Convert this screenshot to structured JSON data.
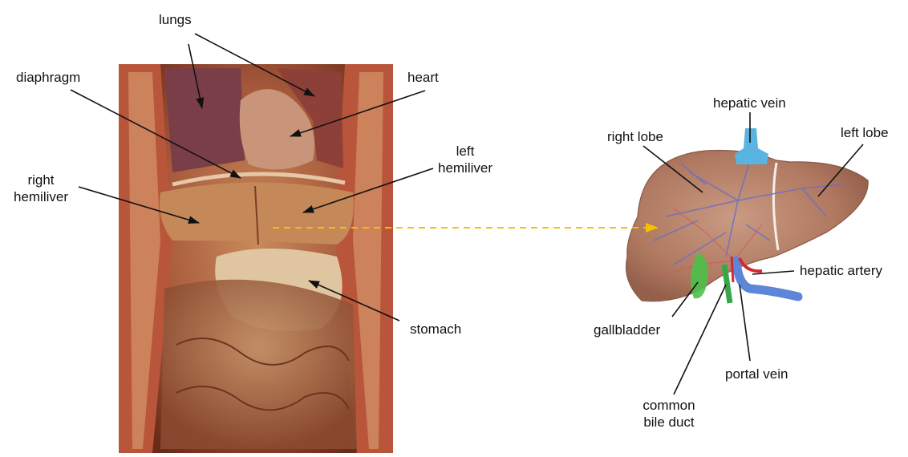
{
  "labels": {
    "lungs": "lungs",
    "heart": "heart",
    "diaphragm": "diaphragm",
    "left_hemiliver_1": "left",
    "left_hemiliver_2": "hemiliver",
    "right_hemiliver_1": "right",
    "right_hemiliver_2": "hemiliver",
    "stomach": "stomach",
    "hepatic_vein": "hepatic vein",
    "right_lobe": "right lobe",
    "left_lobe": "left lobe",
    "hepatic_artery": "hepatic artery",
    "gallbladder": "gallbladder",
    "portal_vein": "portal vein",
    "common_bile_duct_1": "common",
    "common_bile_duct_2": "bile duct"
  },
  "colors": {
    "arrow_dashed": "#f2c200",
    "hepatic_vein": "#5ab4e0",
    "hepatic_artery": "#d7262e",
    "portal_vein": "#5e86d8",
    "gallbladder": "#4cc04a",
    "bile_duct": "#3aa64a",
    "liver": "#b47a62"
  }
}
